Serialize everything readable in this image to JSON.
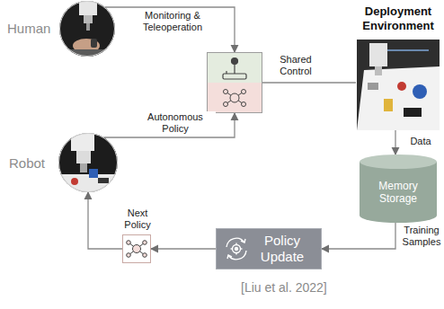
{
  "diagram": {
    "caption": "[Liu et al. 2022]",
    "nodes": [
      {
        "text": [
          "Human"
        ]
      },
      {
        "text": [
          "Robot"
        ]
      },
      {
        "text": []
      },
      {
        "text": [
          "Deployment Environment"
        ]
      },
      {
        "text": [
          "Memory Storage"
        ]
      },
      {
        "text": [
          "Policy Update"
        ]
      },
      {
        "text": [
          "Next Policy"
        ]
      }
    ],
    "edges": [
      {
        "from": 0,
        "to": 2,
        "label": "Monitoring & Teleoperation",
        "arrow": "to"
      },
      {
        "from": 1,
        "to": 2,
        "label": "Autonomous Policy",
        "arrow": "to"
      },
      {
        "from": 2,
        "to": 3,
        "label": "Shared Control",
        "arrow": "none"
      },
      {
        "from": 3,
        "to": 4,
        "label": "Data",
        "arrow": "to"
      },
      {
        "from": 4,
        "to": 5,
        "label": "Training Samples",
        "arrow": "to"
      },
      {
        "from": 5,
        "to": 6,
        "arrow": "to"
      },
      {
        "from": 6,
        "to": 1,
        "arrow": "to"
      }
    ]
  }
}
